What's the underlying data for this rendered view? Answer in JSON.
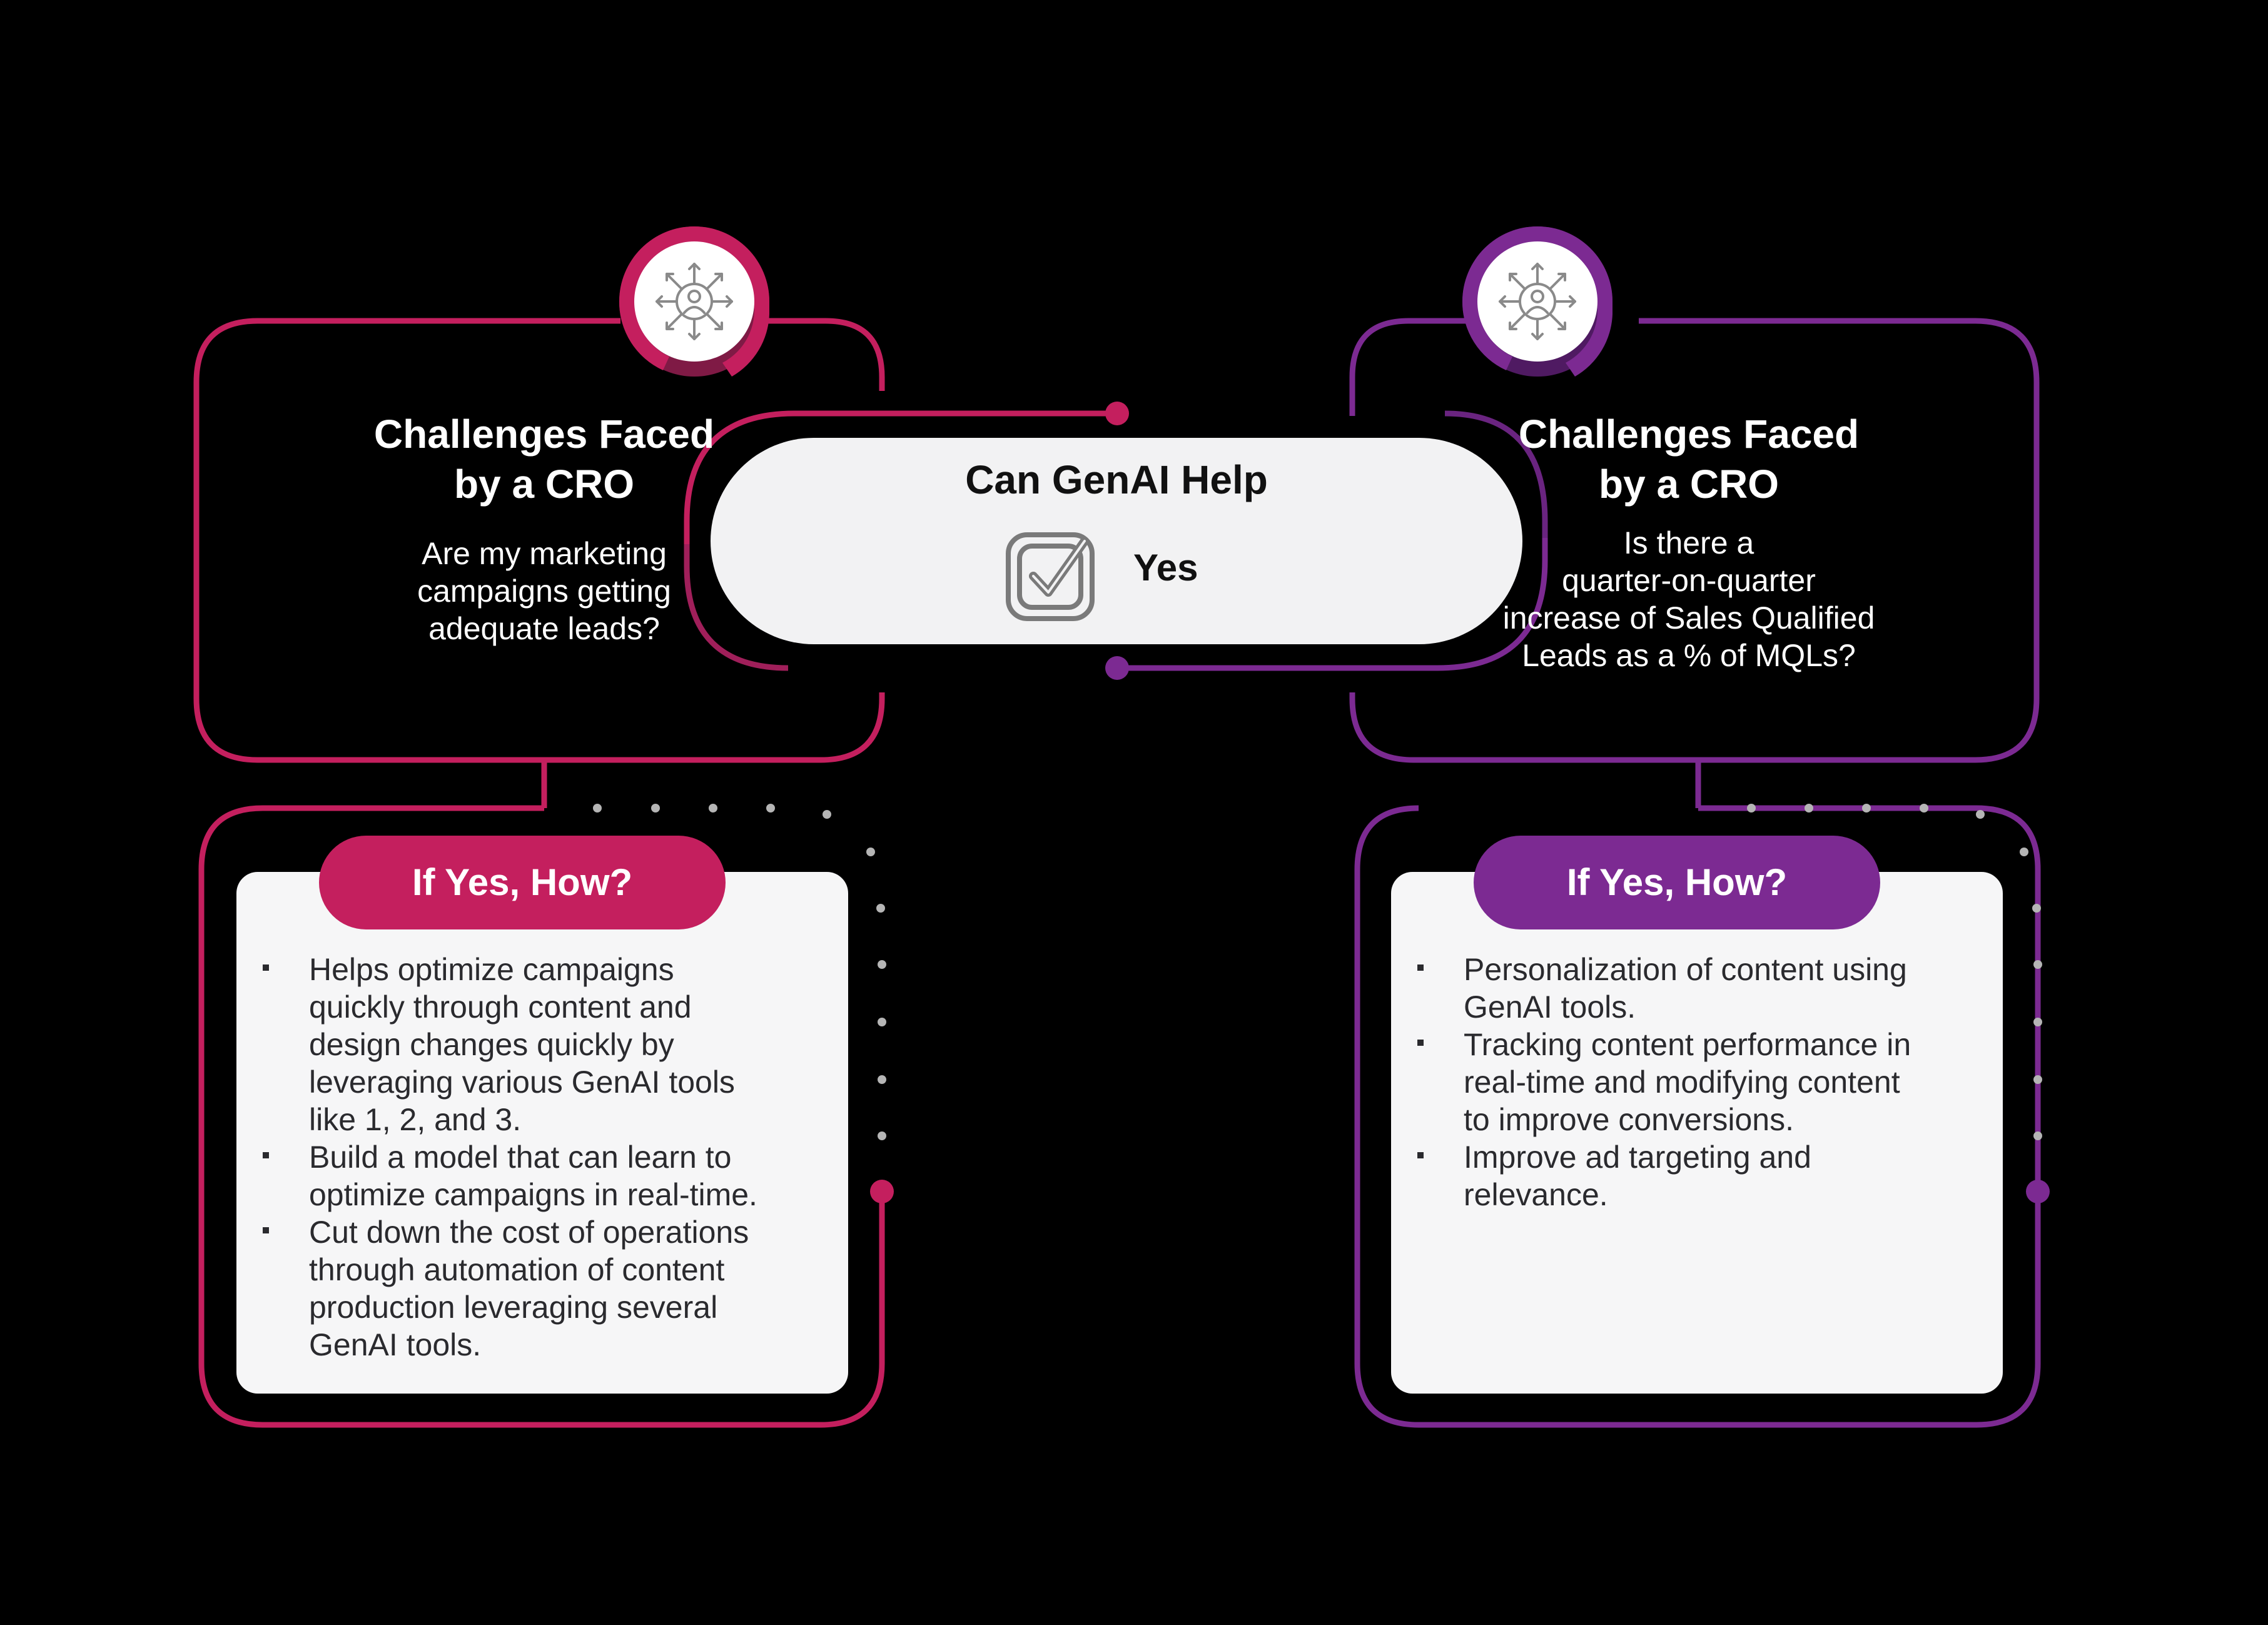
{
  "colors": {
    "background": "#000000",
    "left_accent": "#c41f5e",
    "left_accent_dark": "#8e1a45",
    "right_accent": "#7c2a92",
    "right_accent_dark": "#5a1d6d",
    "card_bg": "#f6f6f7",
    "body_text": "#2a2a2e",
    "dots": "#b5b5b5"
  },
  "center": {
    "title": "Can GenAI Help",
    "answer": "Yes",
    "icon": "checkbox-check-icon"
  },
  "left": {
    "icon": "person-network-icon",
    "title": "Challenges Faced\nby a CRO",
    "question": "Are my marketing\ncampaigns getting\nadequate leads?",
    "how_label": "If Yes, How?",
    "bullets": [
      "Helps optimize campaigns\nquickly through content and\ndesign changes quickly by\nleveraging various GenAI tools\nlike 1, 2, and 3.",
      "Build a model that can learn to\noptimize campaigns in real-time.",
      "Cut down the cost of operations\nthrough automation of content\nproduction leveraging several\nGenAI tools."
    ]
  },
  "right": {
    "icon": "person-network-icon",
    "title": "Challenges Faced\nby a CRO",
    "question": "Is there a\nquarter-on-quarter\nincrease of Sales Qualified\nLeads as a % of MQLs?",
    "how_label": "If Yes, How?",
    "bullets": [
      "Personalization of content using\nGenAI tools.",
      "Tracking content performance in\nreal-time and modifying content\nto improve conversions.",
      "Improve ad targeting and\nrelevance."
    ]
  }
}
